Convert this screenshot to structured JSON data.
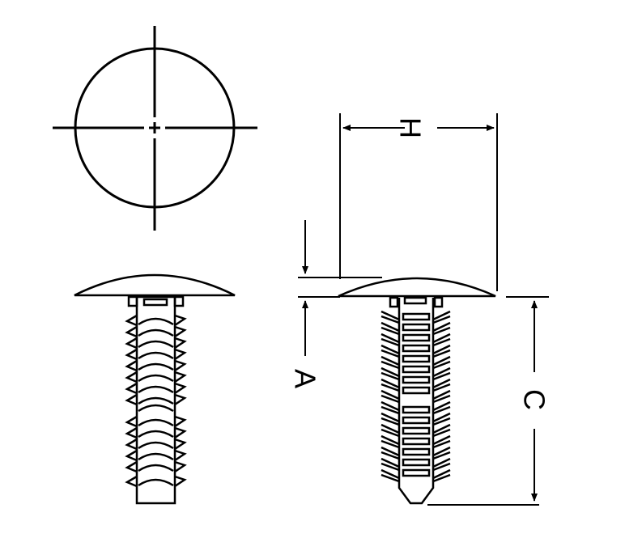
{
  "dimensions": {
    "h_label": "H",
    "a_label": "A",
    "c_label": "C"
  },
  "colors": {
    "line": "#000000",
    "background": "#ffffff"
  },
  "views": {
    "left_barb_count": 14,
    "right_barb_count": 15,
    "slot_count": 15
  }
}
